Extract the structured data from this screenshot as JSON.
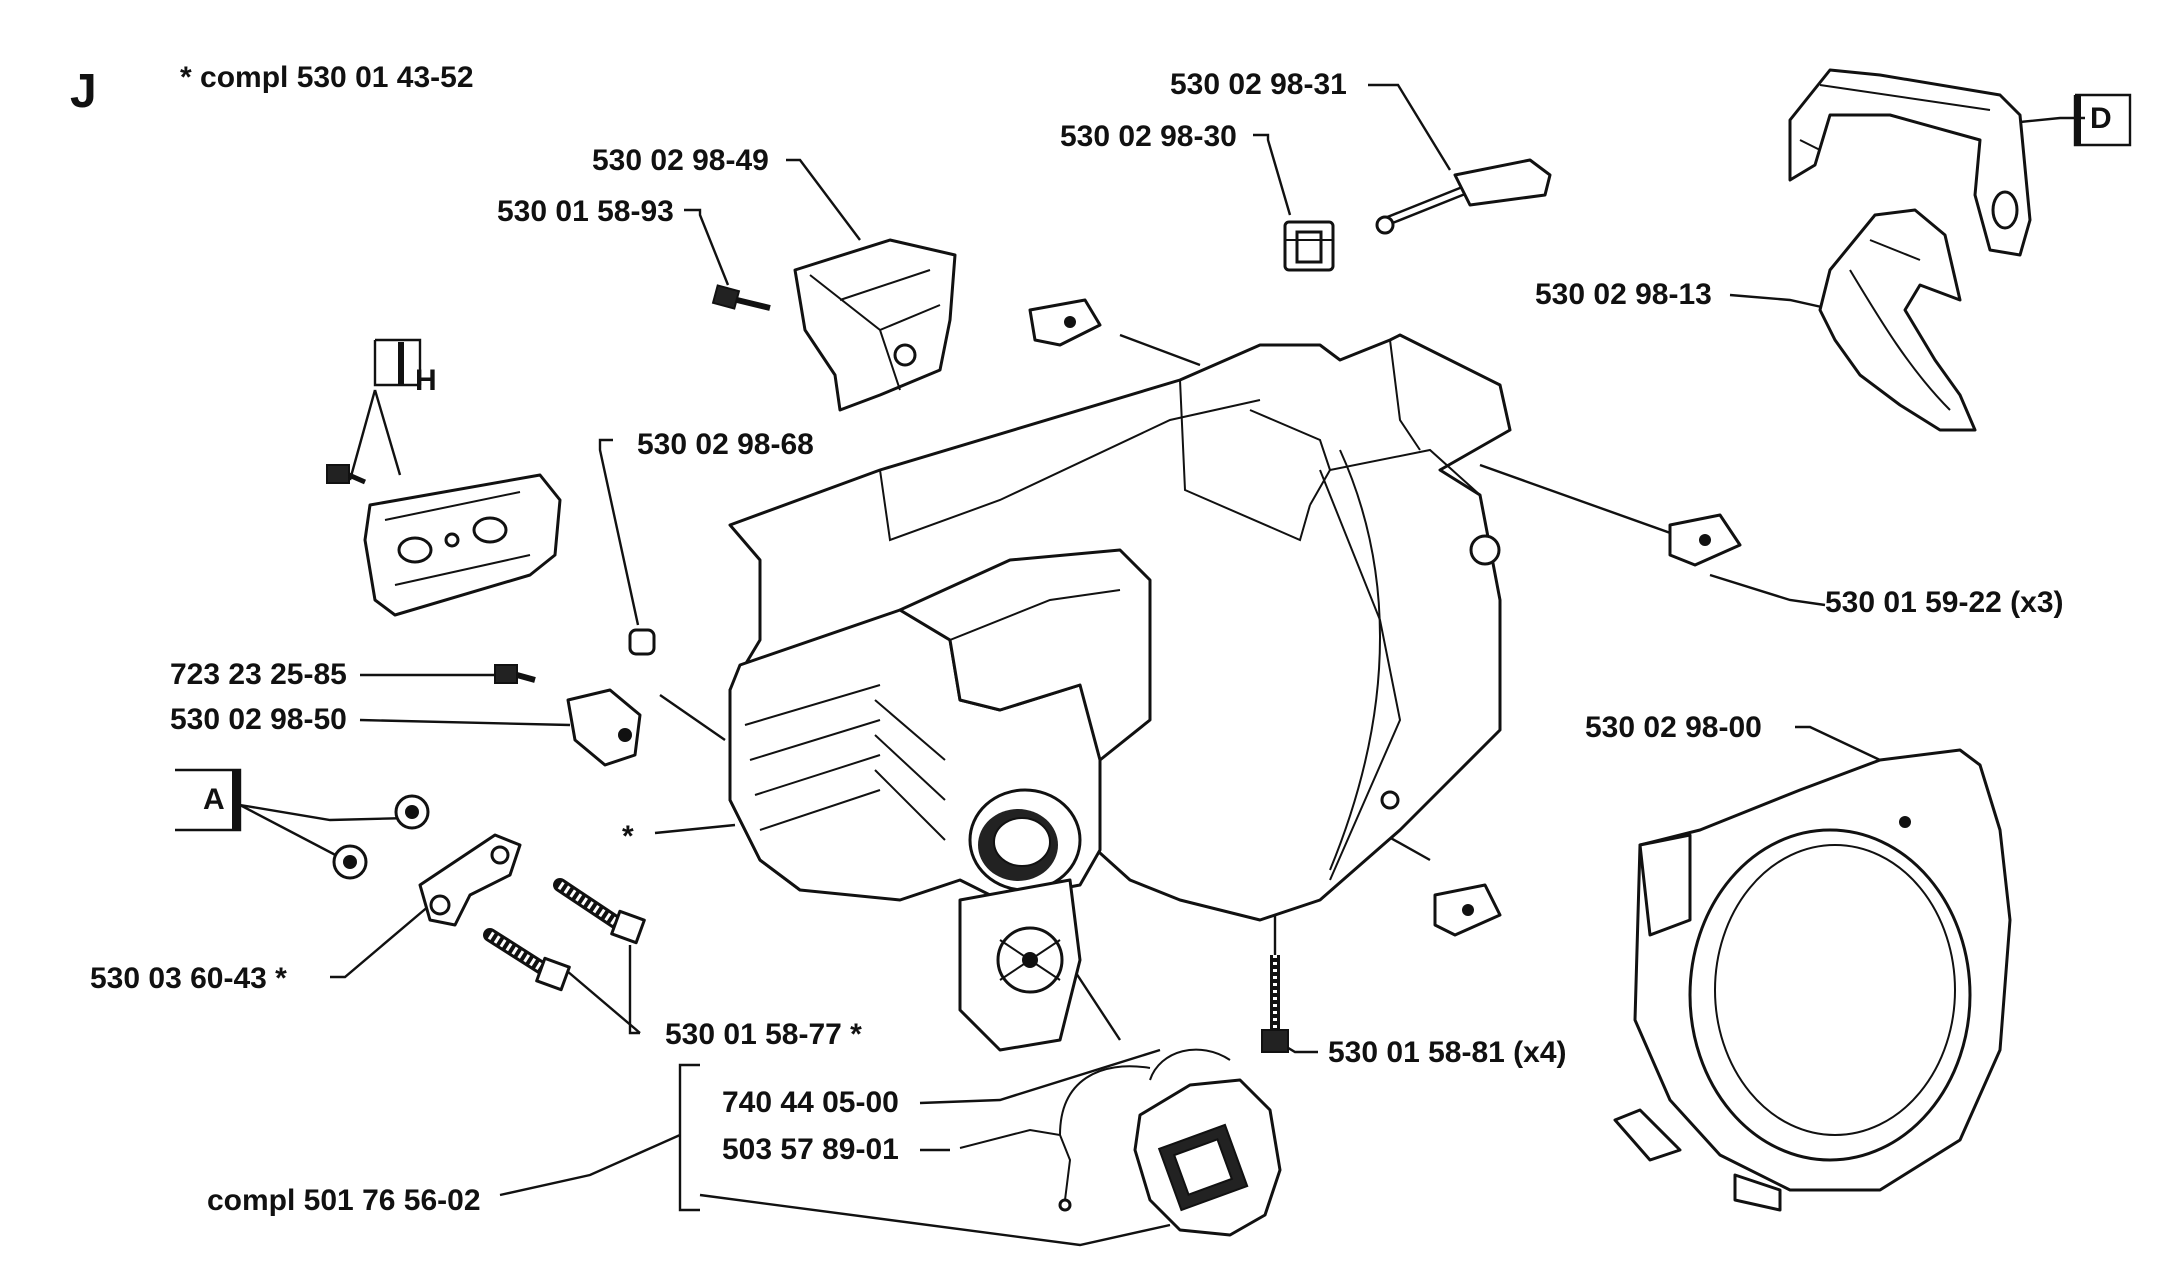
{
  "section_letter": "J",
  "header_note": "* compl 530 01 43-52",
  "callouts": {
    "p1": "530 02 98-31",
    "p2": "530 02 98-30",
    "p3": "530 02 98-49",
    "p4": "530 01 58-93",
    "p5": "530 02 98-13",
    "p6": "530 02 98-68",
    "p7": "530 01 59-22 (x3)",
    "p8": "723 23 25-85",
    "p9": "530 02 98-50",
    "p10": "*",
    "p11": "530 02 98-00",
    "p12": "530 03 60-43 *",
    "p13": "530 01 58-77 *",
    "p14": "530 01 58-81 (x4)",
    "p15": "740 44 05-00",
    "p16": "503 57 89-01",
    "p17": "compl 501 76 56-02"
  },
  "reference_boxes": {
    "h": "H",
    "d": "D",
    "a": "A"
  }
}
